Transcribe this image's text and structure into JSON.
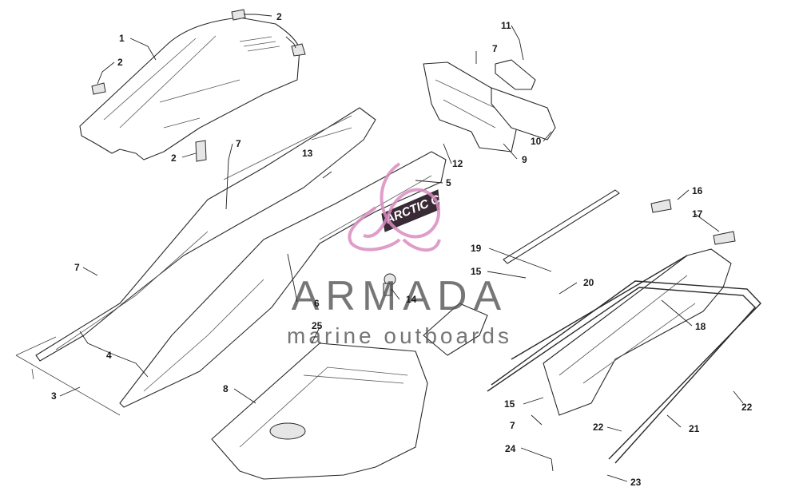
{
  "diagram": {
    "callouts": [
      "1",
      "2",
      "3",
      "4",
      "5",
      "6",
      "7",
      "8",
      "9",
      "10",
      "11",
      "12",
      "13",
      "14",
      "15",
      "16",
      "17",
      "18",
      "19",
      "20",
      "21",
      "22",
      "23",
      "24",
      "25"
    ],
    "decal_text": "ARCTIC CAT",
    "watermark": {
      "brand": "ARMADA",
      "tagline": "marine outboards",
      "accent_color": "#d98cbf"
    }
  }
}
